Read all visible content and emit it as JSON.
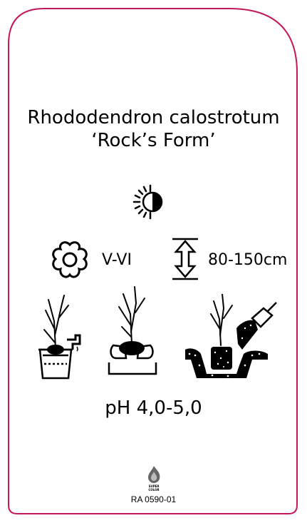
{
  "plant": {
    "name_line1": "Rhododendron calostrotum",
    "name_line2": "‘Rock’s Form’"
  },
  "light": {
    "icon": "half-sun-icon"
  },
  "flowering": {
    "icon": "flower-icon",
    "period": "V-VI"
  },
  "height": {
    "icon": "height-arrow-icon",
    "range": "80-150cm"
  },
  "planting": {
    "steps": [
      "plant-in-bucket-watering-icon",
      "plant-in-hole-icon",
      "plant-soil-filling-icon"
    ]
  },
  "soil": {
    "ph": "pH 4,0-5,0"
  },
  "brand": {
    "line1": "SUPER",
    "line2": "COLOR"
  },
  "label_code": "RA 0590-01",
  "colors": {
    "border": "#c2185b",
    "ink": "#000000"
  }
}
